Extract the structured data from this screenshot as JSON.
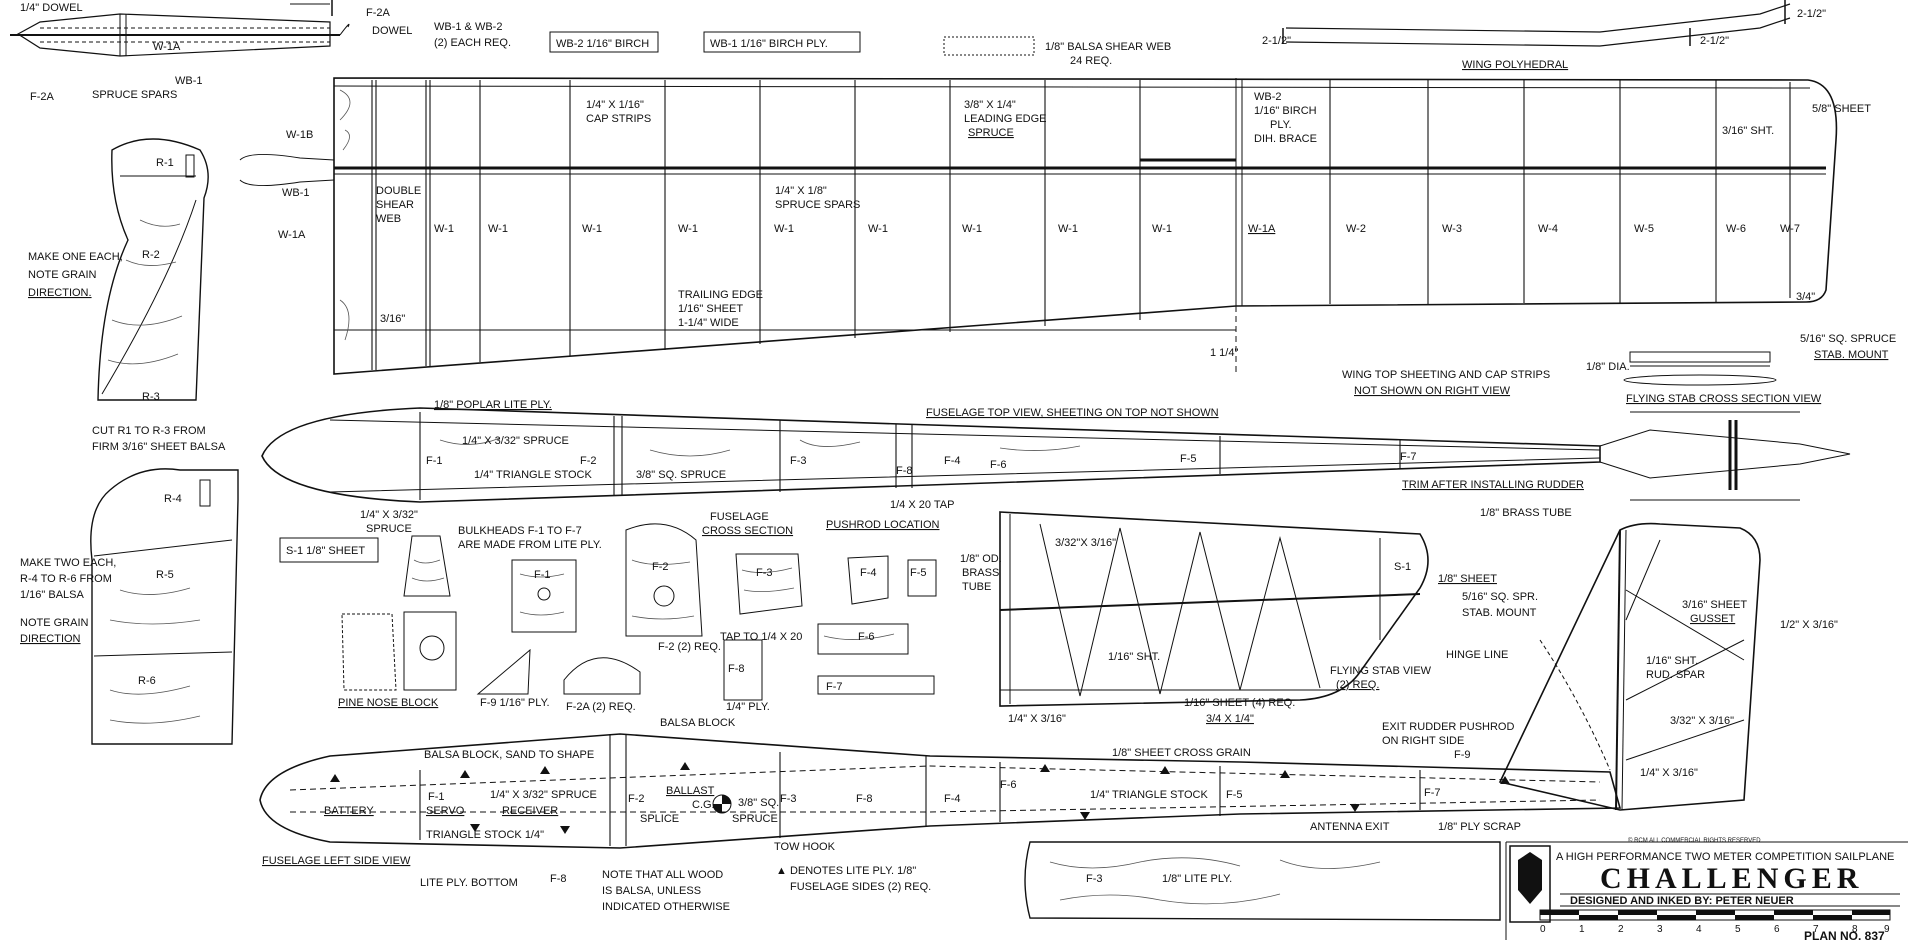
{
  "labels": {
    "dowel_top": "1/4\" DOWEL",
    "f2a_top": "F-2A",
    "dowel": "DOWEL",
    "wb1a": "W-1A",
    "wb1": "WB-1",
    "f2a_left": "F-2A",
    "spruce_spars": "SPRUCE SPARS",
    "wb_req_1": "WB-1 & WB-2",
    "wb_req_2": "(2) EACH REQ.",
    "wb2_birch": "WB-2  1/16\" BIRCH",
    "wb1_birch": "WB-1  1/16\" BIRCH PLY.",
    "shear_web_1": "1/8\" BALSA SHEAR WEB",
    "shear_web_2": "24 REQ.",
    "poly_212_a": "2-1/2\"",
    "poly_212_b": "2-1/2\"",
    "poly_212_c": "2-1/2\"",
    "wing_poly": "WING POLYHEDRAL",
    "cap_strips_1": "1/4\" X 1/16\"",
    "cap_strips_2": "CAP STRIPS",
    "le_1": "3/8\" X 1/4\"",
    "le_2": "LEADING EDGE",
    "le_3": "SPRUCE",
    "wb2_1": "WB-2",
    "wb2_2": "1/16\" BIRCH",
    "wb2_3": "PLY.",
    "wb2_4": "DIH. BRACE",
    "sht_316": "3/16\" SHT.",
    "sht_58": "5/8\" SHEET",
    "w1b": "W-1B",
    "wb1_wing": "WB-1",
    "w1a_left": "W-1A",
    "double_1": "DOUBLE",
    "double_2": "SHEAR",
    "double_3": "WEB",
    "spars_1": "1/4\" X 1/8\"",
    "spars_2": "SPRUCE SPARS",
    "rib_w1": "W-1",
    "rib_w1a": "W-1A",
    "rib_w2": "W-2",
    "rib_w3": "W-3",
    "rib_w4": "W-4",
    "rib_w5": "W-5",
    "rib_w6": "W-6",
    "rib_w7": "W-7",
    "te_1": "TRAILING EDGE",
    "te_2": "1/16\" SHEET",
    "te_3": "1-1/4\" WIDE",
    "dim_316": "3/16\"",
    "dim_114": "1 1/4\"",
    "dim_34": "3/4\"",
    "make_one_1": "MAKE ONE EACH,",
    "make_one_2": "NOTE GRAIN",
    "make_one_3": "DIRECTION.",
    "r1": "R-1",
    "r2": "R-2",
    "r3": "R-3",
    "cut_1": "CUT R1 TO R-3 FROM",
    "cut_2": "FIRM 3/16\" SHEET BALSA",
    "wing_top_1": "WING TOP SHEETING AND CAP STRIPS",
    "wing_top_2": "NOT SHOWN ON RIGHT VIEW",
    "stab_mount_1": "5/16\" SQ. SPRUCE",
    "stab_mount_2": "STAB. MOUNT",
    "dia_18": "1/8\" DIA.",
    "flying_stab_cs": "FLYING STAB CROSS SECTION VIEW",
    "poplar": "1/8\" POPLAR LITE PLY.",
    "fus_top": "FUSELAGE TOP VIEW, SHEETING ON TOP NOT SHOWN",
    "spruce_1432": "1/4\" X 3/32\" SPRUCE",
    "tri_stock": "1/4\" TRIANGLE STOCK",
    "sq_spruce": "3/8\" SQ. SPRUCE",
    "f1": "F-1",
    "f2": "F-2",
    "f3": "F-3",
    "f8": "F-8",
    "f4": "F-4",
    "f6": "F-6",
    "f5": "F-5",
    "f7": "F-7",
    "tap": "1/4 X 20 TAP",
    "trim": "TRIM AFTER INSTALLING RUDDER",
    "brass_tube": "1/8\" BRASS TUBE",
    "r4": "R-4",
    "r5": "R-5",
    "r6": "R-6",
    "make_two_1": "MAKE TWO EACH,",
    "make_two_2": "R-4 TO R-6 FROM",
    "make_two_3": "1/16\" BALSA",
    "note_grain_1": "NOTE GRAIN",
    "note_grain_2": "DIRECTION",
    "spruce_l_1": "1/4\" X 3/32\"",
    "spruce_l_2": "SPRUCE",
    "s1_sheet": "S-1  1/8\" SHEET",
    "bulk_1": "BULKHEADS F-1 TO F-7",
    "bulk_2": "ARE MADE FROM LITE PLY.",
    "cs_1": "FUSELAGE",
    "cs_2": "CROSS SECTION",
    "pushrod_loc": "PUSHROD LOCATION",
    "f2_req": "F-2 (2) REQ.",
    "tap_to": "TAP TO 1/4 X 20",
    "ply_14": "1/4\" PLY.",
    "f9_ply": "F-9  1/16\" PLY.",
    "f2a_req": "F-2A  (2) REQ.",
    "pine": "PINE NOSE BLOCK",
    "f9": "F-9",
    "s1": "S-1",
    "sq3316": "3/32\"X 3/16\"",
    "brass_od_1": "1/8\" OD.",
    "brass_od_2": "BRASS",
    "brass_od_3": "TUBE",
    "sht116": "1/16\" SHT.",
    "sht18": "1/8\" SHEET",
    "fsv_1": "FLYING STAB VIEW",
    "fsv_2": "(2) REQ.",
    "sht4_1": "1/16\" SHEET (4) REQ.",
    "sht4_2": "3/4 X 1/4\"",
    "x316": "1/4\" X 3/16\"",
    "spr_1": "5/16\" SQ. SPR.",
    "spr_2": "STAB. MOUNT",
    "hinge": "HINGE LINE",
    "gusset_1": "3/16\" SHEET",
    "gusset_2": "GUSSET",
    "rud_1": "1/16\" SHT.",
    "rud_2": "RUD. SPAR",
    "rud_332": "3/32\" X 3/16\"",
    "rud_14": "1/4\" X 3/16\"",
    "half": "1/2\" X 3/16\"",
    "balsa_block": "BALSA BLOCK",
    "sand": "BALSA BLOCK, SAND TO SHAPE",
    "spruce_side": "1/4\" X 3/32\" SPRUCE",
    "ballast": "BALLAST",
    "cg": "C.G.",
    "sq38_1": "3/8\" SQ.",
    "sq38_2": "SPRUCE",
    "splice": "SPLICE",
    "battery": "BATTERY",
    "servo": "SERVO",
    "receiver": "RECEIVER",
    "tri14": "TRIANGLE STOCK 1/4\"",
    "cross_grain": "1/8\" SHEET CROSS GRAIN",
    "tri_side": "1/4\" TRIANGLE STOCK",
    "exit_1": "EXIT RUDDER PUSHROD",
    "exit_2": "ON RIGHT SIDE",
    "antenna": "ANTENNA EXIT",
    "scrap": "1/8\" PLY SCRAP",
    "tow": "TOW HOOK",
    "fus_left": "FUSELAGE LEFT SIDE VIEW",
    "lite_bottom": "LITE PLY. BOTTOM",
    "note_1": "NOTE THAT ALL WOOD",
    "note_2": "IS BALSA, UNLESS",
    "note_3": "INDICATED OTHERWISE",
    "denotes_1": "▲ DENOTES LITE PLY.  1/8\"",
    "denotes_2": "FUSELAGE SIDES (2) REQ.",
    "lite_ply_side": "1/8\" LITE PLY."
  },
  "title_block": {
    "rights": "© RCM ALL COMMERCIAL RIGHTS RESERVED",
    "subtitle": "A HIGH PERFORMANCE TWO METER COMPETITION SAILPLANE",
    "title": "CHALLENGER",
    "designer": "DESIGNED AND INKED BY:  PETER NEUER",
    "plan_no": "PLAN NO. 837",
    "scale": [
      "0",
      "1",
      "2",
      "3",
      "4",
      "5",
      "6",
      "7",
      "8",
      "9"
    ]
  }
}
